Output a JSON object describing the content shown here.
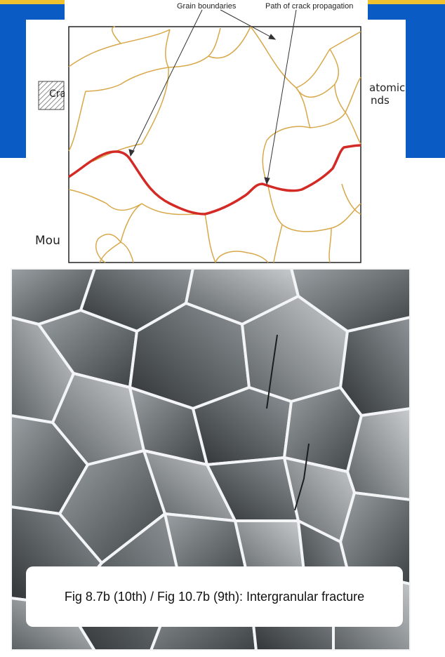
{
  "background_slide": {
    "left_fragment": "Cra",
    "right_fragment_line1": "atomic",
    "right_fragment_line2": "nds",
    "bottom_fragment": "Mou",
    "colors": {
      "band_blue": "#0a5bc4",
      "band_yellow": "#f2c12e"
    }
  },
  "diagram": {
    "label_grain_boundaries": "Grain boundaries",
    "label_crack_path": "Path of crack propagation",
    "colors": {
      "grain_boundary": "#d8a84a",
      "crack": "#d42a26"
    }
  },
  "caption": {
    "text": "Fig 8.7b (10th) / Fig 10.7b (9th): Intergranular fracture"
  }
}
